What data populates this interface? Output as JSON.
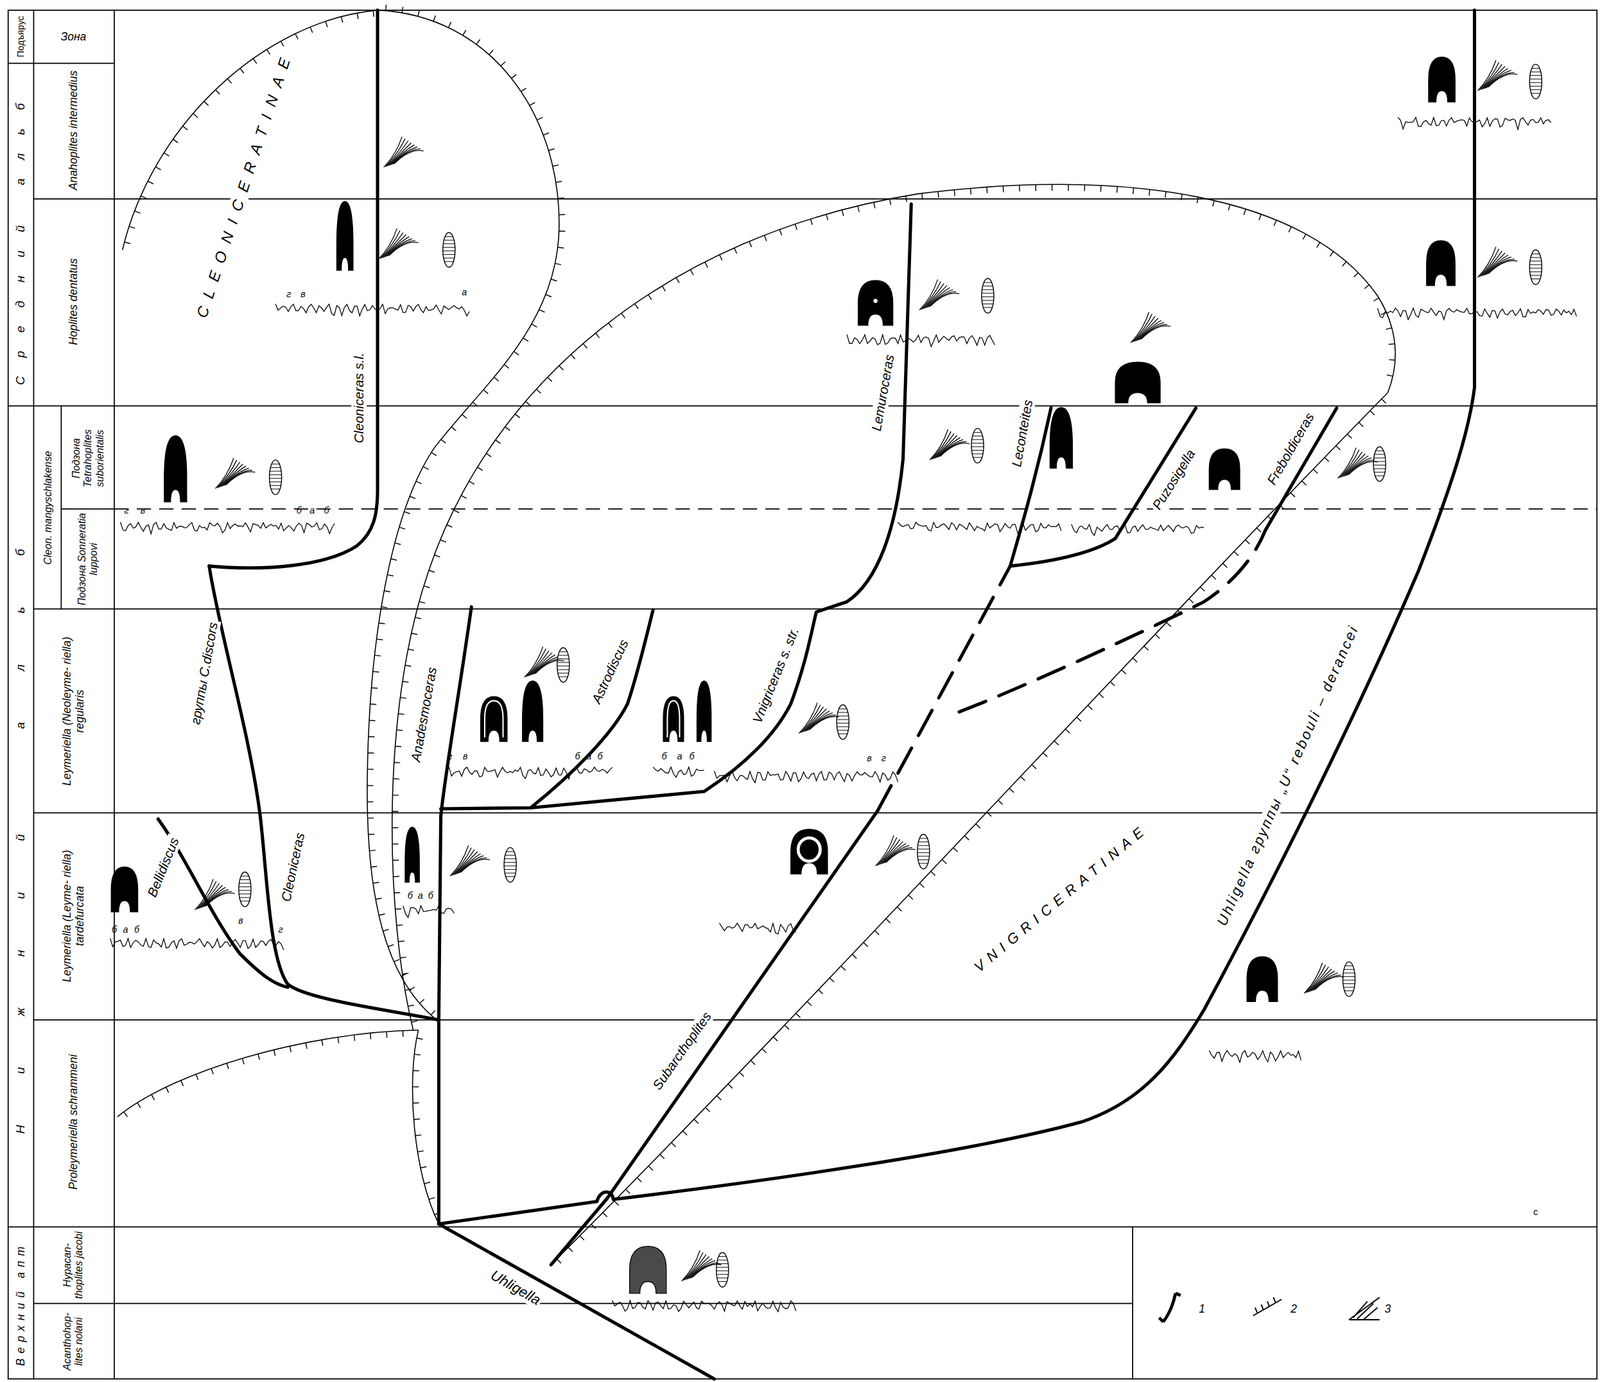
{
  "diagram": {
    "labels": [
      "Подъярус",
      "Зона",
      "Средний альб",
      "Нижний альб",
      "Верхний апт",
      "Anahoplites intermedius",
      "Hoplites dentatus",
      "Cleon. mangyschlakense",
      "Подзона Tetrahoplites suborientalis",
      "Подзона Sonneratia luppovi",
      "Leymeriella (Neoleyme- riella) regularis",
      "Leymeriella (Leyme- riella) tardefurcata",
      "Proleymeriella schrammeni",
      "Hypacan- thoplites jacobi",
      "Acanthohop- lites nolani",
      "CLEONICERATINAE",
      "Cleoniceras s.l.",
      "группы C.discors",
      "Cleoniceras",
      "Bellidiscus",
      "Anadesmoceras",
      "Astrodiscus",
      "Vnigriceras s. str.",
      "Lemuroceras",
      "Leconteites",
      "Puzosigella",
      "Freboldiceras",
      "Subarcthoplites",
      "VNIGRICERATINAE",
      "Uhligella группы „U“ rebouli – derancei",
      "Uhligella",
      "c",
      "г",
      "в",
      "а",
      "г",
      "в",
      "б",
      "а",
      "б",
      "г",
      "в",
      "б",
      "а",
      "б",
      "б",
      "а",
      "б",
      "в",
      "г",
      "б",
      "а",
      "б",
      "б",
      "а",
      "б",
      "в",
      "г"
    ],
    "legend": [
      {
        "text": "1"
      },
      {
        "text": "2"
      },
      {
        "text": "3"
      }
    ]
  }
}
